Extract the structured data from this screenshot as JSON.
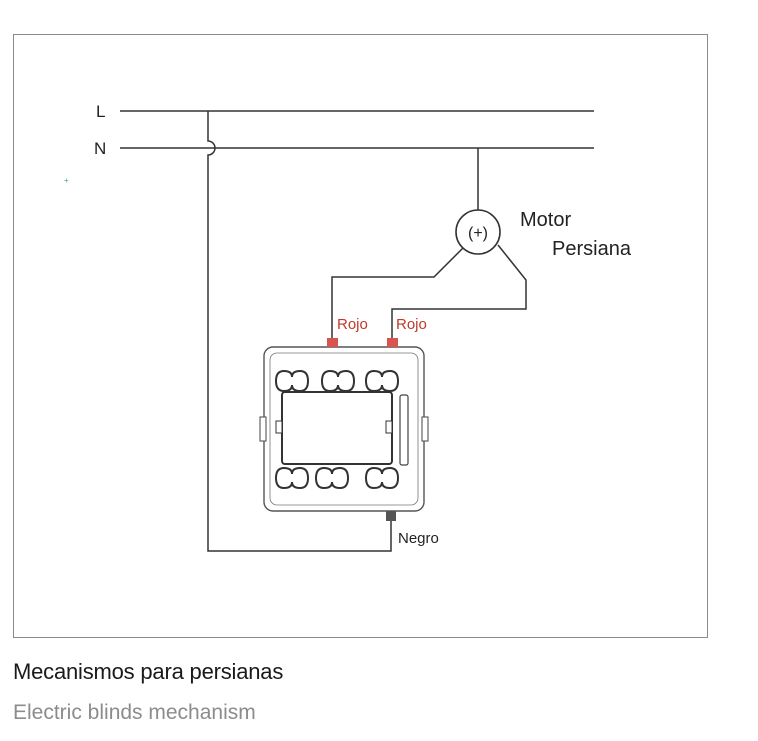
{
  "diagram": {
    "line_label": "L",
    "neutral_label": "N",
    "motor_symbol": "(+)",
    "motor_label_line1": "Motor",
    "motor_label_line2": "Persiana",
    "red_wire_label_1": "Rojo",
    "red_wire_label_2": "Rojo",
    "black_wire_label": "Negro",
    "colors": {
      "wire": "#333333",
      "red_terminal": "#d9534f",
      "red_text": "#c0392b",
      "black_terminal": "#555555",
      "frame": "#8a8a8a"
    }
  },
  "caption": {
    "title": "Mecanismos para persianas",
    "subtitle": "Electric blinds mechanism"
  }
}
